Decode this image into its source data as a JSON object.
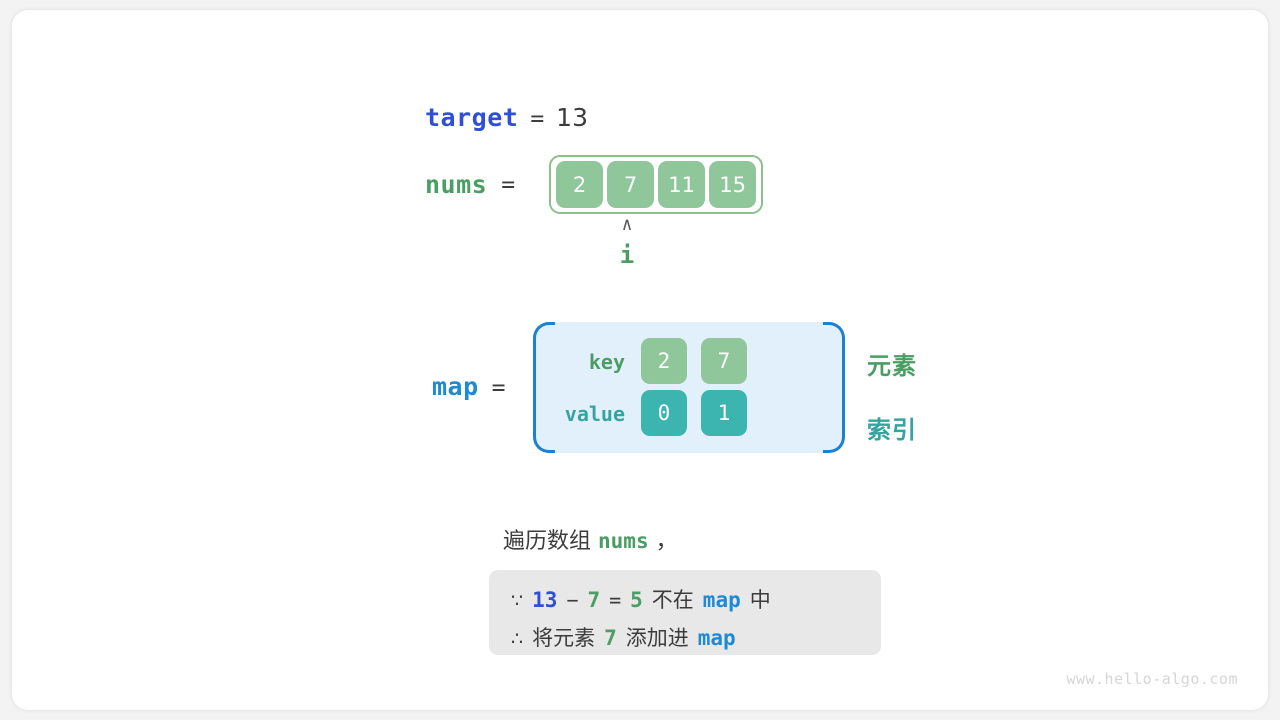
{
  "target": {
    "label": "target",
    "equals": "=",
    "value": "13"
  },
  "nums": {
    "label": "nums",
    "equals": "=",
    "cells": [
      "2",
      "7",
      "11",
      "15"
    ]
  },
  "pointer": {
    "caret": "∧",
    "name": "i",
    "index": 1
  },
  "map": {
    "label": "map",
    "equals": "=",
    "row_labels": {
      "key": "key",
      "value": "value"
    },
    "entries": [
      {
        "key": "2",
        "value": "0"
      },
      {
        "key": "7",
        "value": "1"
      }
    ],
    "side_labels": {
      "element": "元素",
      "index": "索引"
    }
  },
  "caption": {
    "prefix": "遍历数组",
    "code": "nums",
    "suffix": "，"
  },
  "note": {
    "line1": {
      "symbol": "∵",
      "a": "13",
      "minus": "−",
      "b": "7",
      "equals": "=",
      "result": "5",
      "text_mid": "不在",
      "map": "map",
      "text_end": "中"
    },
    "line2": {
      "symbol": "∴",
      "text_start": "将元素",
      "value": "7",
      "text_mid": "添加进",
      "map": "map"
    }
  },
  "watermark": "www.hello-algo.com",
  "colors": {
    "green": "#8fc69a",
    "green_text": "#4a9e63",
    "teal": "#3cb4b0",
    "teal_text": "#35a4a0",
    "blue": "#2f4fd8",
    "blue_light": "#1f8ad4",
    "map_bg": "#e2f0fb",
    "map_border": "#1f7fd0",
    "note_bg": "#e8e8e8",
    "arrow": "#8a8a8a"
  }
}
